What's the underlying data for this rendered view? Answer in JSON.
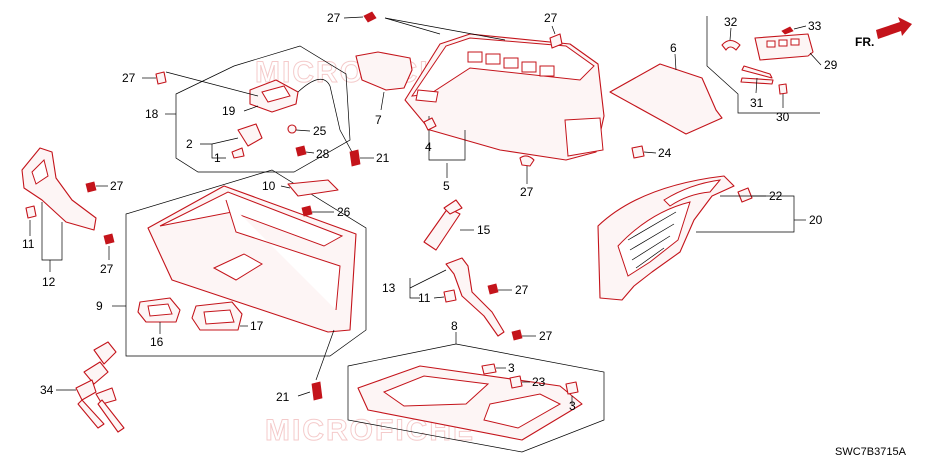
{
  "diagram": {
    "watermark": "MICROFICHE",
    "direction_label": "FR.",
    "code": "SWC7B3715A",
    "colors": {
      "part": "#c4141b",
      "fill": "#fdf5f5",
      "line": "#000000"
    },
    "callouts": {
      "c27a": "27",
      "c27b": "27",
      "c27c": "27",
      "c27d": "27",
      "c27e": "27",
      "c27f": "27",
      "c27g": "27",
      "c27h": "27",
      "c32": "32",
      "c33": "33",
      "c29": "29",
      "c31": "31",
      "c30": "30",
      "c6": "6",
      "c7": "7",
      "c18": "18",
      "c19": "19",
      "c25": "25",
      "c2": "2",
      "c1": "1",
      "c28": "28",
      "c21a": "21",
      "c21b": "21",
      "c4": "4",
      "c5": "5",
      "c24": "24",
      "c22": "22",
      "c20": "20",
      "c10": "10",
      "c26": "26",
      "c11a": "11",
      "c11b": "11",
      "c12": "12",
      "c15": "15",
      "c13": "13",
      "c9": "9",
      "c16": "16",
      "c17": "17",
      "c8": "8",
      "c3a": "3",
      "c3b": "3",
      "c23": "23",
      "c34": "34"
    }
  }
}
